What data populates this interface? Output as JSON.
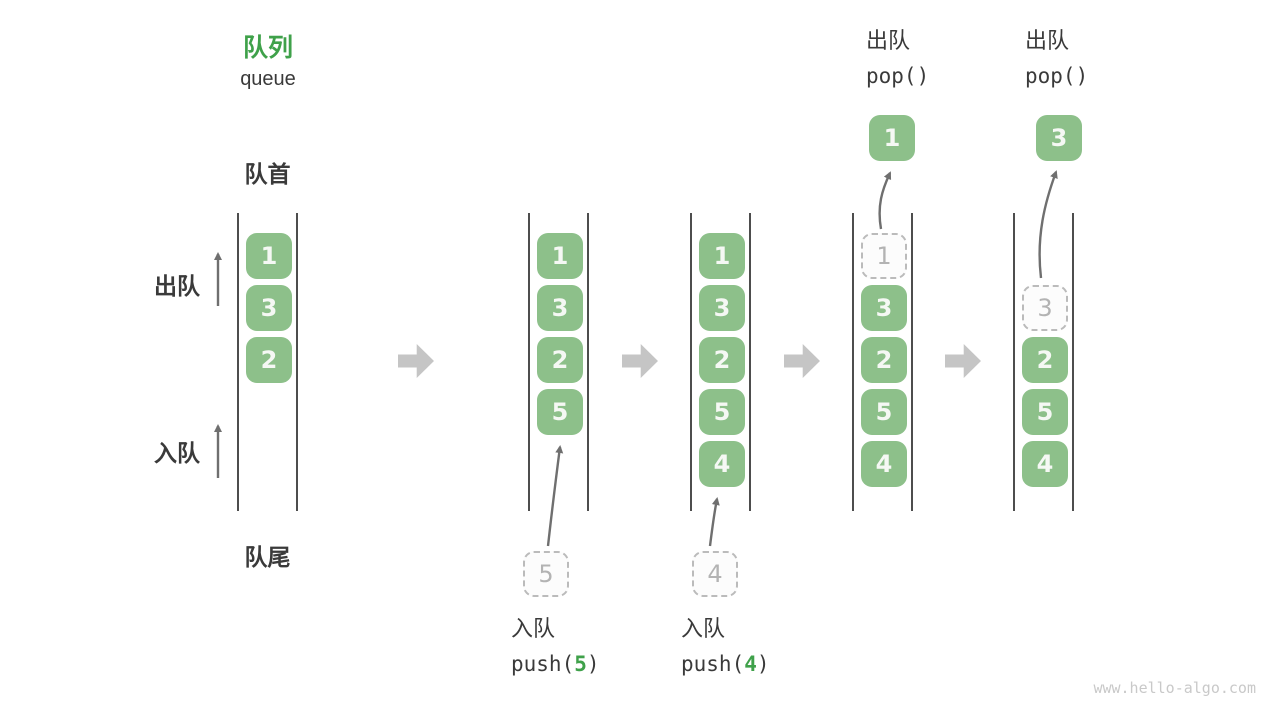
{
  "colors": {
    "accent-green": "#3FA14A",
    "box-green": "#8DC08A",
    "box-digit": "#F5F8F4",
    "ink": "#3A3A3A",
    "wall": "#4D4D4D",
    "arrow-gray": "#6F6F6F",
    "block-arrow": "#C5C5C5",
    "dashed-border": "#BBBBBB",
    "dashed-digit": "#B3B3B3",
    "dashed-fill": "#FCFCFC",
    "watermark": "#C9C9C9"
  },
  "title": {
    "zh": "队列",
    "en": "queue"
  },
  "side_labels": {
    "front": "队首",
    "rear": "队尾",
    "dequeue": "出队",
    "enqueue": "入队"
  },
  "columns": [
    {
      "items": [
        {
          "value": "1",
          "style": "solid"
        },
        {
          "value": "3",
          "style": "solid"
        },
        {
          "value": "2",
          "style": "solid"
        }
      ]
    },
    {
      "items": [
        {
          "value": "1",
          "style": "solid"
        },
        {
          "value": "3",
          "style": "solid"
        },
        {
          "value": "2",
          "style": "solid"
        },
        {
          "value": "5",
          "style": "solid"
        }
      ]
    },
    {
      "items": [
        {
          "value": "1",
          "style": "solid"
        },
        {
          "value": "3",
          "style": "solid"
        },
        {
          "value": "2",
          "style": "solid"
        },
        {
          "value": "5",
          "style": "solid"
        },
        {
          "value": "4",
          "style": "solid"
        }
      ]
    },
    {
      "items": [
        {
          "value": "1",
          "style": "dashed"
        },
        {
          "value": "3",
          "style": "solid"
        },
        {
          "value": "2",
          "style": "solid"
        },
        {
          "value": "5",
          "style": "solid"
        },
        {
          "value": "4",
          "style": "solid"
        }
      ]
    },
    {
      "items": [
        {
          "value": "3",
          "style": "dashed"
        },
        {
          "value": "2",
          "style": "solid"
        },
        {
          "value": "5",
          "style": "solid"
        },
        {
          "value": "4",
          "style": "solid"
        }
      ]
    }
  ],
  "popped": {
    "first": "1",
    "second": "3"
  },
  "staged": {
    "first": "5",
    "second": "4"
  },
  "operations": {
    "pop1": {
      "label": "出队",
      "code": "pop()"
    },
    "pop2": {
      "label": "出队",
      "code": "pop()"
    },
    "push5": {
      "label": "入队",
      "code_open": "push(",
      "arg": "5",
      "code_close": ")"
    },
    "push4": {
      "label": "入队",
      "code_open": "push(",
      "arg": "4",
      "code_close": ")"
    }
  },
  "watermark": "www.hello-algo.com"
}
